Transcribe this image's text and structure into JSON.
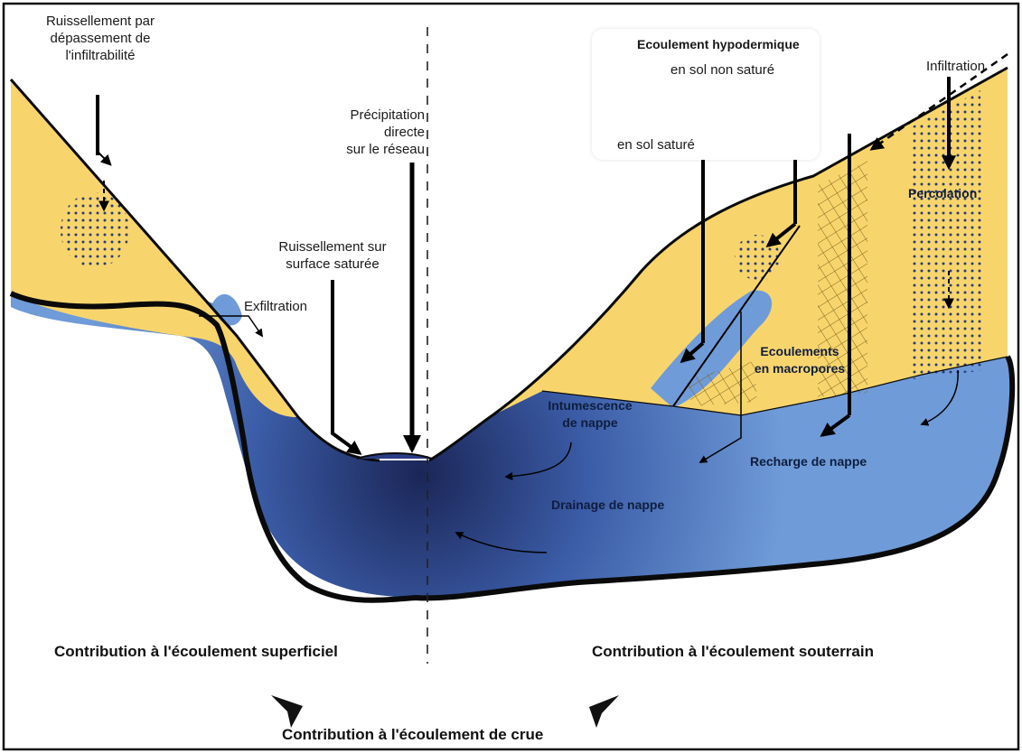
{
  "labels": {
    "ruissellement_depassement": [
      "Ruissellement par",
      "dépassement de",
      "l'infiltrabilité"
    ],
    "exfiltration": "Exfiltration",
    "ruissellement_sature": [
      "Ruissellement sur",
      "surface saturée"
    ],
    "precipitation_directe": [
      "Précipitation",
      "directe",
      "sur le réseau"
    ],
    "ecoulement_hypodermique": "Ecoulement hypodermique",
    "sol_non_sature": "en sol non saturé",
    "sol_sature": "en sol saturé",
    "infiltration": "Infiltration",
    "percolation": "Percolation",
    "ecoulements_macropores": [
      "Ecoulements",
      "en macropores"
    ],
    "intumescence": [
      "Intumescence",
      "de nappe"
    ],
    "recharge": "Recharge de nappe",
    "drainage": "Drainage de nappe",
    "contrib_superficiel": "Contribution à l'écoulement superficiel",
    "contrib_souterrain": "Contribution à l'écoulement souterrain",
    "contrib_crue": "Contribution à l'écoulement de crue"
  },
  "colors": {
    "soil": "#f8d56c",
    "groundwater_light": "#6f9bd8",
    "groundwater_dark": "#1b2657",
    "outline": "#0a0a0a",
    "dots": "#283a78",
    "hatching": "#7a6420"
  }
}
